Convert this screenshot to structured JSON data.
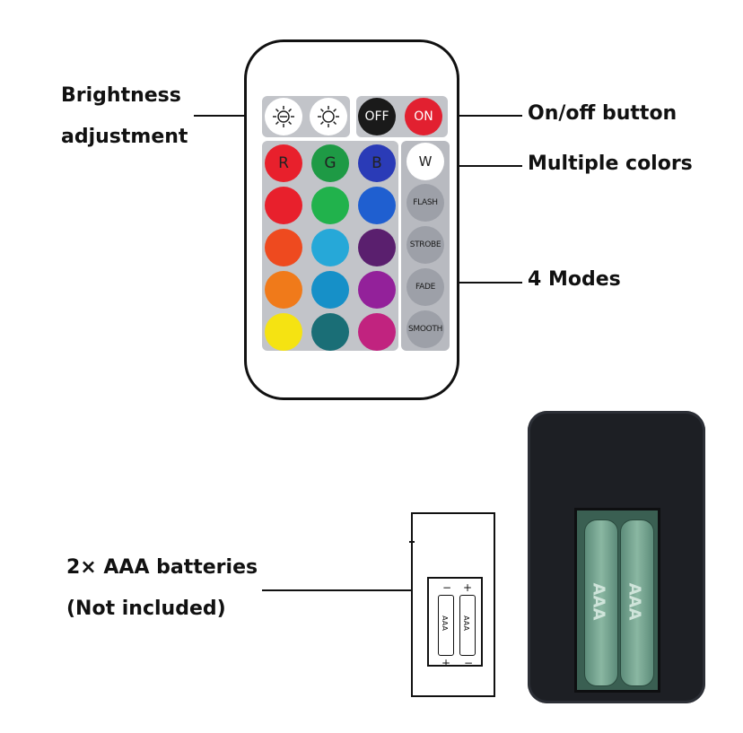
{
  "annotations": {
    "brightness_line1": "Brightness",
    "brightness_line2": "adjustment",
    "onoff": "On/off button",
    "colors": "Multiple colors",
    "modes": "4 Modes",
    "batteries_line1": "2× AAA batteries",
    "batteries_line2": "(Not included)"
  },
  "remote": {
    "off_label": "OFF",
    "on_label": "ON",
    "color_rows": [
      [
        {
          "label": "R",
          "color": "#e8202c"
        },
        {
          "label": "G",
          "color": "#1e9a45"
        },
        {
          "label": "B",
          "color": "#2a3bb7"
        }
      ],
      [
        {
          "label": "",
          "color": "#e8202c"
        },
        {
          "label": "",
          "color": "#21b24c"
        },
        {
          "label": "",
          "color": "#1f5fd0"
        }
      ],
      [
        {
          "label": "",
          "color": "#ee4a1f"
        },
        {
          "label": "",
          "color": "#26a8d8"
        },
        {
          "label": "",
          "color": "#5a1f6e"
        }
      ],
      [
        {
          "label": "",
          "color": "#f07a1a"
        },
        {
          "label": "",
          "color": "#1690c8"
        },
        {
          "label": "",
          "color": "#93219a"
        }
      ],
      [
        {
          "label": "",
          "color": "#f5e312"
        },
        {
          "label": "",
          "color": "#1a6e76"
        },
        {
          "label": "",
          "color": "#c1237f"
        }
      ]
    ],
    "white_label": "W",
    "modes": [
      "FLASH",
      "STROBE",
      "FADE",
      "SMOOTH"
    ]
  },
  "battery_diagram": {
    "cell_text": "AAA",
    "plus": "+",
    "minus": "−"
  },
  "battery_bay": {
    "cell_text": "AAA"
  },
  "colors": {
    "off_button": "#1a1a1a",
    "on_button": "#e22030",
    "panel": "#c2c4c9",
    "mode_button": "#9da0a8"
  }
}
